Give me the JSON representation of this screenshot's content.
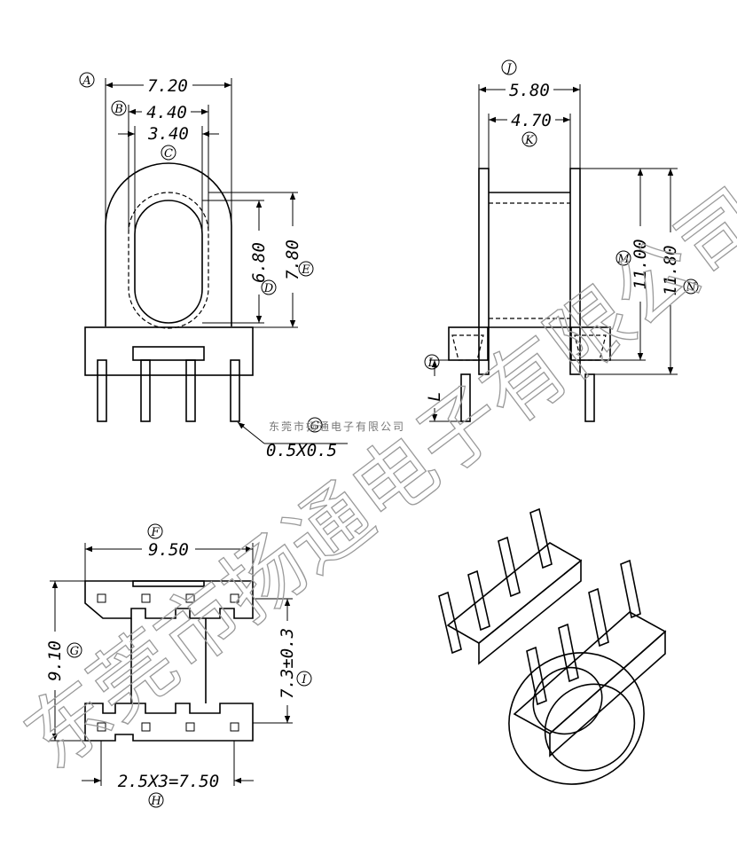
{
  "watermark": {
    "large_text": "东莞市扬通电子有限公司",
    "small_text": "东莞市扬通电子有限公司"
  },
  "front_view": {
    "dim_A": {
      "letter": "A",
      "value": "7.20"
    },
    "dim_B": {
      "letter": "B",
      "value": "4.40"
    },
    "dim_C": {
      "letter": "C",
      "value": "3.40"
    },
    "dim_D": {
      "letter": "D",
      "value": "6.80"
    },
    "dim_E": {
      "letter": "E",
      "value": "7.80"
    },
    "pin_note": {
      "letter": "G",
      "value": "0.5X0.5"
    }
  },
  "side_view": {
    "dim_J": {
      "letter": "J",
      "value": "5.80"
    },
    "dim_K": {
      "letter": "K",
      "value": "4.70"
    },
    "dim_M": {
      "letter": "M",
      "value": "11.00"
    },
    "dim_N": {
      "letter": "N",
      "value": "11.80"
    },
    "dim_L": {
      "letter": "L",
      "value": "L"
    }
  },
  "bottom_view": {
    "dim_F": {
      "letter": "F",
      "value": "9.50"
    },
    "dim_G": {
      "letter": "G",
      "value": "9.10"
    },
    "dim_I": {
      "letter": "I",
      "value": "7.3±0.3"
    },
    "dim_H": {
      "letter": "H",
      "value": "2.5X3=7.50"
    }
  }
}
